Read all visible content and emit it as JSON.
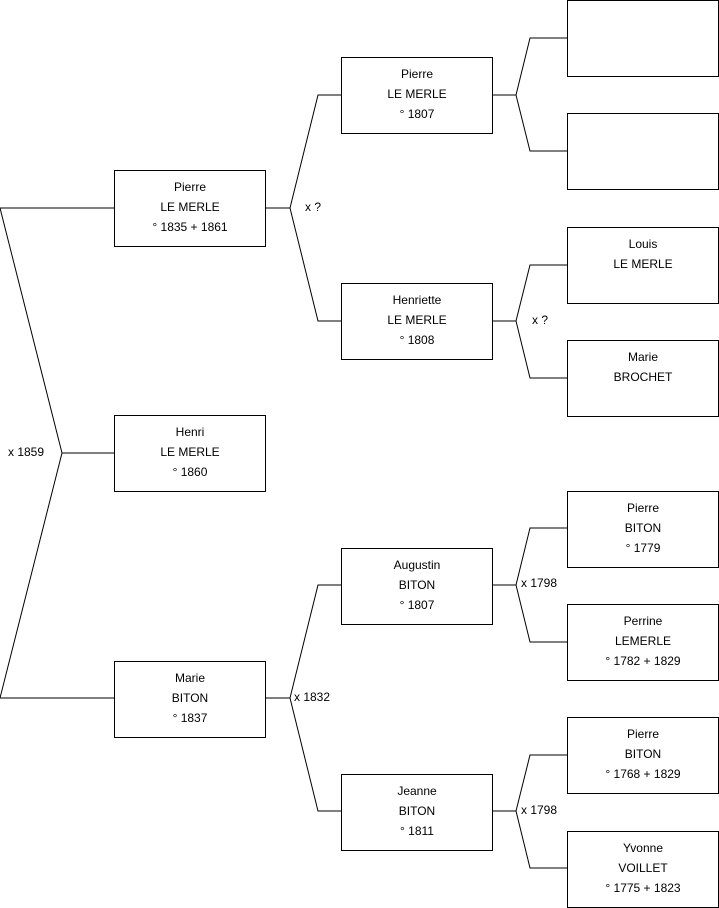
{
  "people": {
    "henri": {
      "first": "Henri",
      "last": "LE MERLE",
      "dates": "° 1860"
    },
    "pierre_1835": {
      "first": "Pierre",
      "last": "LE MERLE",
      "dates": "° 1835 + 1861"
    },
    "marie_1837": {
      "first": "Marie",
      "last": "BITON",
      "dates": "° 1837"
    },
    "pierre_1807": {
      "first": "Pierre",
      "last": "LE MERLE",
      "dates": "° 1807"
    },
    "henriette_1808": {
      "first": "Henriette",
      "last": "LE MERLE",
      "dates": "° 1808"
    },
    "augustin_1807": {
      "first": "Augustin",
      "last": "BITON",
      "dates": "° 1807"
    },
    "jeanne_1811": {
      "first": "Jeanne",
      "last": "BITON",
      "dates": "° 1811"
    },
    "louis": {
      "first": "Louis",
      "last": "LE MERLE",
      "dates": ""
    },
    "marie_brochet": {
      "first": "Marie",
      "last": "BROCHET",
      "dates": ""
    },
    "pierre_1779": {
      "first": "Pierre",
      "last": "BITON",
      "dates": "° 1779"
    },
    "perrine_1782": {
      "first": "Perrine",
      "last": "LEMERLE",
      "dates": "° 1782 + 1829"
    },
    "pierre_1768": {
      "first": "Pierre",
      "last": "BITON",
      "dates": "° 1768 + 1829"
    },
    "yvonne_1775": {
      "first": "Yvonne",
      "last": "VOILLET",
      "dates": "° 1775 + 1823"
    },
    "empty_1": {
      "first": "",
      "last": "",
      "dates": ""
    },
    "empty_2": {
      "first": "",
      "last": "",
      "dates": ""
    }
  },
  "marriages": {
    "henri_parents": "x 1859",
    "pierre_1835_parents": "x ?",
    "marie_1837_parents": "x 1832",
    "henriette_parents": "x ?",
    "augustin_parents": "x 1798",
    "jeanne_parents": "x 1798"
  }
}
